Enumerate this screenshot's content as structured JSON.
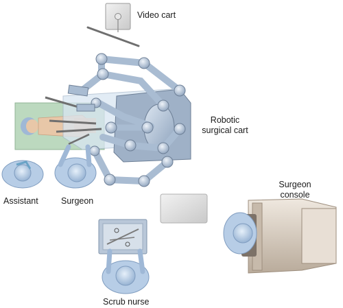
{
  "labels": {
    "video_cart": "Video cart",
    "robotic_cart_line1": "Robotic",
    "robotic_cart_line2": "surgical cart",
    "surgeon_console_line1": "Surgeon",
    "surgeon_console_line2": "console",
    "assistant": "Assistant",
    "surgeon": "Surgeon",
    "scrub_nurse": "Scrub nurse"
  },
  "colors": {
    "robot_body": "#b9c9dc",
    "robot_edge": "#7f93ab",
    "drape": "#d9e6f2",
    "operating_table": "#bcd9bf",
    "patient_skin": "#e8c7a8",
    "staff_gown": "#b7cde6",
    "console_body": "#d9cfc4",
    "instrument_table": "#b9c7d8"
  }
}
